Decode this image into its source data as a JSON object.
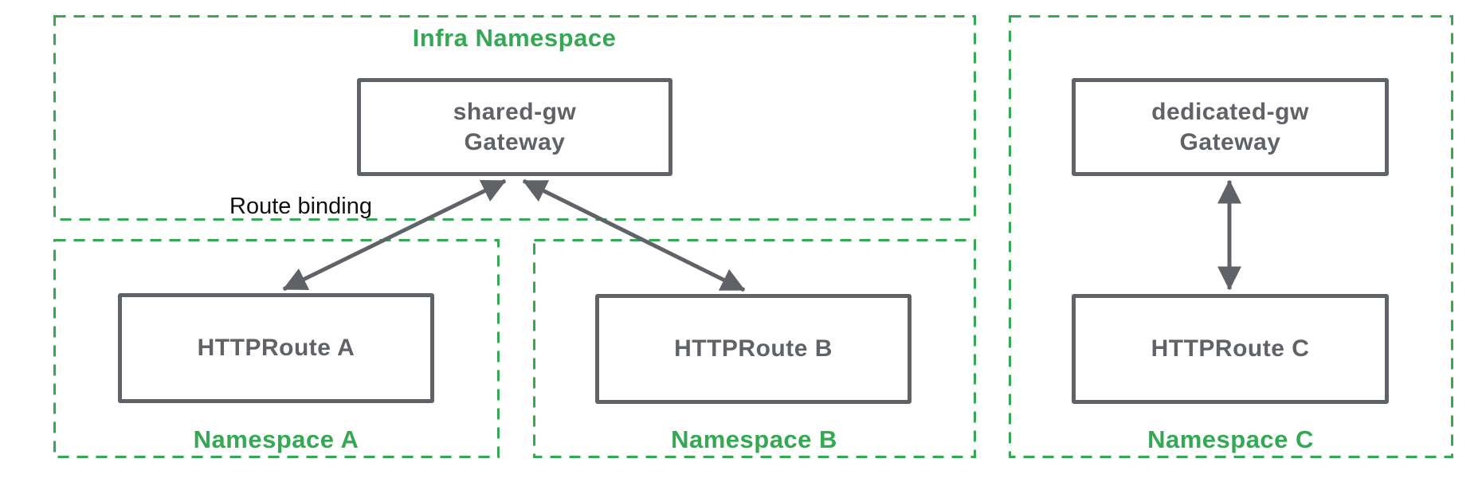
{
  "colors": {
    "namespace_border_green": "#34a853",
    "namespace_label_green": "#34a853",
    "node_border_gray": "#5f6368",
    "node_text_gray": "#5f6368",
    "arrow_gray": "#5f6368",
    "annotation_black": "#111111",
    "background": "#ffffff"
  },
  "namespaces": {
    "infra": {
      "label": "Infra Namespace"
    },
    "a": {
      "label": "Namespace A"
    },
    "b": {
      "label": "Namespace B"
    },
    "c": {
      "label": "Namespace C"
    }
  },
  "nodes": {
    "shared_gateway": {
      "line1": "shared-gw",
      "line2": "Gateway"
    },
    "dedicated_gateway": {
      "line1": "dedicated-gw",
      "line2": "Gateway"
    },
    "route_a": {
      "label": "HTTPRoute A"
    },
    "route_b": {
      "label": "HTTPRoute B"
    },
    "route_c": {
      "label": "HTTPRoute C"
    }
  },
  "edges": {
    "annotation": "Route binding",
    "connections": [
      {
        "from": "shared-gw Gateway",
        "to": "HTTPRoute A",
        "type": "double-headed-arrow"
      },
      {
        "from": "shared-gw Gateway",
        "to": "HTTPRoute B",
        "type": "double-headed-arrow"
      },
      {
        "from": "dedicated-gw Gateway",
        "to": "HTTPRoute C",
        "type": "double-headed-arrow"
      }
    ]
  }
}
